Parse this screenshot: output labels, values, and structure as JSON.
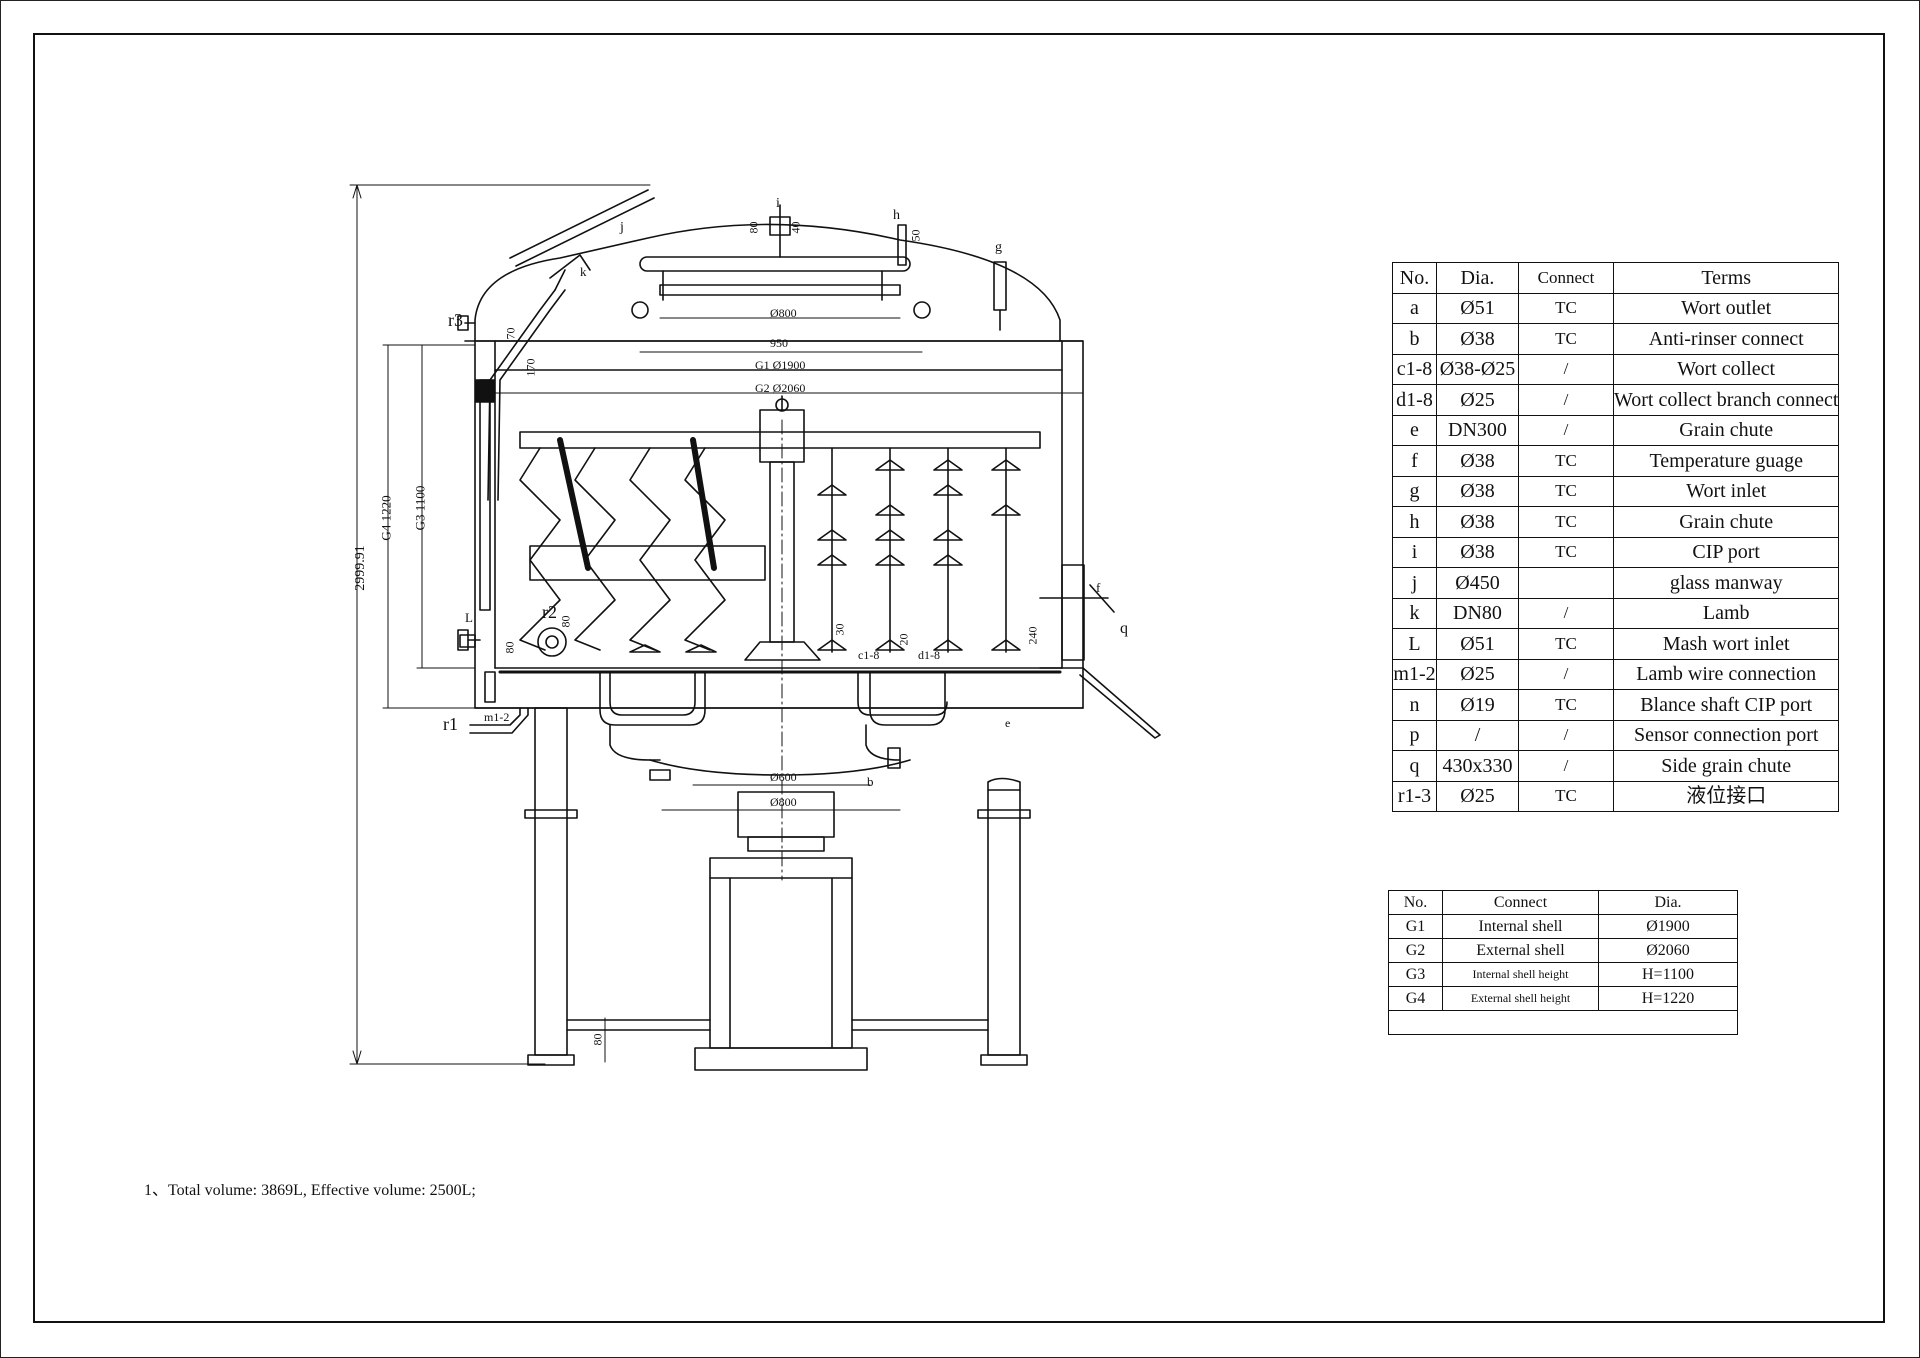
{
  "connection_table": {
    "headers": [
      "No.",
      "Dia.",
      "Connect",
      "Terms"
    ],
    "rows": [
      [
        "a",
        "Ø51",
        "TC",
        "Wort outlet"
      ],
      [
        "b",
        "Ø38",
        "TC",
        "Anti-rinser connect"
      ],
      [
        "c1-8",
        "Ø38-Ø25",
        "/",
        "Wort collect"
      ],
      [
        "d1-8",
        "Ø25",
        "/",
        "Wort collect branch connect"
      ],
      [
        "e",
        "DN300",
        "/",
        "Grain chute"
      ],
      [
        "f",
        "Ø38",
        "TC",
        "Temperature guage"
      ],
      [
        "g",
        "Ø38",
        "TC",
        "Wort inlet"
      ],
      [
        "h",
        "Ø38",
        "TC",
        "Grain chute"
      ],
      [
        "i",
        "Ø38",
        "TC",
        "CIP port"
      ],
      [
        "j",
        "Ø450",
        "",
        "glass manway"
      ],
      [
        "k",
        "DN80",
        "/",
        "Lamb"
      ],
      [
        "L",
        "Ø51",
        "TC",
        "Mash wort inlet"
      ],
      [
        "m1-2",
        "Ø25",
        "/",
        "Lamb wire connection"
      ],
      [
        "n",
        "Ø19",
        "TC",
        "Blance shaft CIP port"
      ],
      [
        "p",
        "/",
        "/",
        "Sensor connection port"
      ],
      [
        "q",
        "430x330",
        "/",
        "Side grain chute"
      ],
      [
        "r1-3",
        "Ø25",
        "TC",
        "液位接口"
      ]
    ]
  },
  "shell_table": {
    "headers": [
      "No.",
      "Connect",
      "Dia."
    ],
    "rows": [
      [
        "G1",
        "Internal shell",
        "Ø1900"
      ],
      [
        "G2",
        "External shell",
        "Ø2060"
      ],
      [
        "G3",
        "Internal shell height",
        "H=1100"
      ],
      [
        "G4",
        "External shell height",
        "H=1220"
      ]
    ]
  },
  "note": "1、Total volume: 3869L, Effective volume: 2500L;",
  "drawing_labels": {
    "overall_height": "2999.91",
    "g4": "G4 1220",
    "g3": "G3 1100",
    "g1": "G1 Ø1900",
    "g2": "G2 Ø2060",
    "w950": "950",
    "d800_top": "Ø800",
    "d600": "Ø600",
    "d800_bottom": "Ø800",
    "dim70": "70",
    "dim170": "170",
    "dim80_left": "80",
    "dim80_r2": "80",
    "dim80_top": "80",
    "dim40": "40",
    "dim50": "50",
    "dim30": "30",
    "dim20": "20",
    "dim240": "240",
    "dim80_leg": "80",
    "i": "i",
    "h": "h",
    "g": "g",
    "j": "j",
    "k": "k",
    "r3": "r3",
    "r2": "r2",
    "r1": "r1",
    "L": "L",
    "m12": "m1-2",
    "c18": "c1-8",
    "d18": "d1-8",
    "e": "e",
    "b": "b",
    "f": "f",
    "q": "q"
  },
  "colors": {
    "line": "#111111",
    "paper": "#ffffff",
    "background": "#e9e9e9"
  }
}
